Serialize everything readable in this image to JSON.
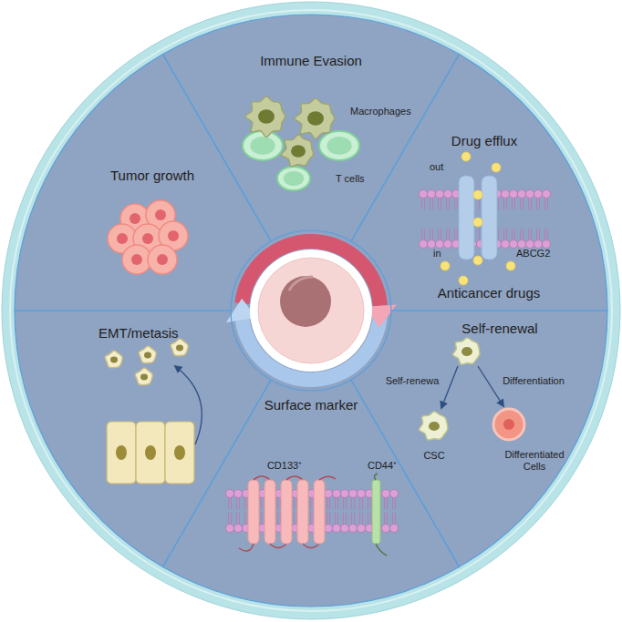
{
  "diagram": {
    "nodes": [
      {
        "text": [
          "Immune Evasion",
          "Macrophages",
          "T cells"
        ]
      },
      {
        "text": [
          "Drug efflux",
          "out",
          "in",
          "ABCG2",
          "Anticancer drugs"
        ]
      },
      {
        "text": [
          "Self-renewal",
          "Self-renewa",
          "Differentiation"
        ]
      },
      {
        "text": [
          "CSC"
        ],
        "in": 2
      },
      {
        "text": [
          "Differentiated Cells"
        ],
        "in": 2
      },
      {
        "text": [
          "Surface marker",
          "CD133⁺",
          "CD44⁺"
        ]
      },
      {
        "text": [
          "EMT/metasis"
        ]
      },
      {
        "text": [
          "Tumor growth"
        ]
      }
    ]
  }
}
